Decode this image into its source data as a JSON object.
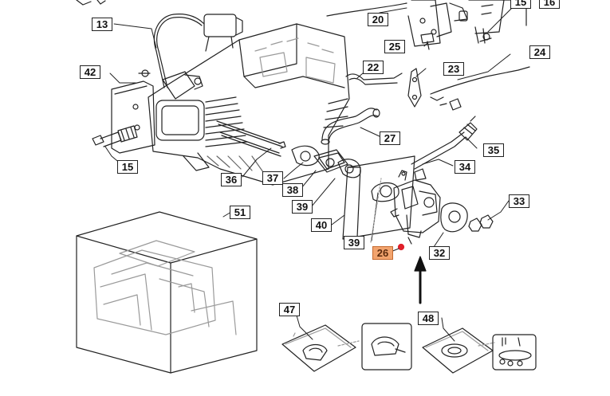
{
  "diagram": {
    "callouts": [
      {
        "id": "c13",
        "label": "13"
      },
      {
        "id": "c20",
        "label": "20"
      },
      {
        "id": "c15a",
        "label": "15"
      },
      {
        "id": "c16",
        "label": "16"
      },
      {
        "id": "c25",
        "label": "25"
      },
      {
        "id": "c22",
        "label": "22"
      },
      {
        "id": "c23",
        "label": "23"
      },
      {
        "id": "c24",
        "label": "24"
      },
      {
        "id": "c42",
        "label": "42"
      },
      {
        "id": "c27",
        "label": "27"
      },
      {
        "id": "c35",
        "label": "35"
      },
      {
        "id": "c15",
        "label": "15"
      },
      {
        "id": "c36",
        "label": "36"
      },
      {
        "id": "c37",
        "label": "37"
      },
      {
        "id": "c34",
        "label": "34"
      },
      {
        "id": "c38",
        "label": "38"
      },
      {
        "id": "c39a",
        "label": "39"
      },
      {
        "id": "c33",
        "label": "33"
      },
      {
        "id": "c51",
        "label": "51"
      },
      {
        "id": "c40",
        "label": "40"
      },
      {
        "id": "c39b",
        "label": "39"
      },
      {
        "id": "c26",
        "label": "26"
      },
      {
        "id": "c32",
        "label": "32"
      },
      {
        "id": "c47",
        "label": "47"
      },
      {
        "id": "c48",
        "label": "48"
      }
    ],
    "highlighted_part": "26",
    "colors": {
      "line": "#222222",
      "faint_line": "#9a9a9a",
      "highlight_fill": "#f2a46e",
      "marker_red": "#e0202a"
    }
  }
}
